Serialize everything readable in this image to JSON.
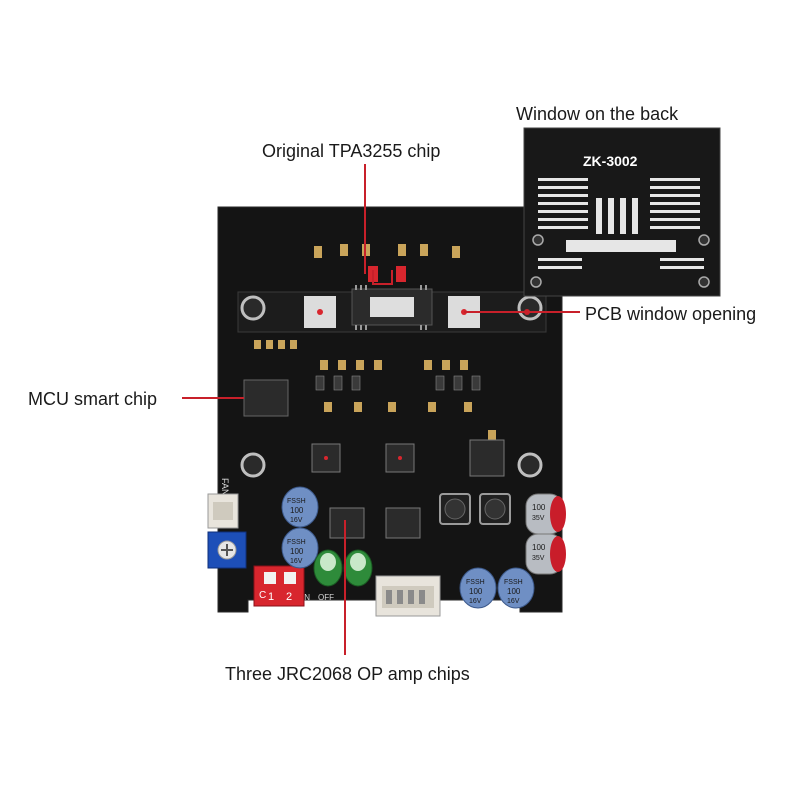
{
  "callouts": {
    "window_back": "Window on the back",
    "tpa_chip": "Original TPA3255 chip",
    "pcb_window": "PCB window opening",
    "mcu_chip": "MCU smart chip",
    "op_amp": "Three JRC2068 OP amp chips"
  },
  "back_board": {
    "model": "ZK-3002"
  },
  "silkscreen": {
    "fan": "FAN",
    "on": "ON",
    "off": "OFF",
    "c": "C",
    "switch_1": "1",
    "switch_2": "2",
    "cap_brand": "FSSH",
    "cap_value": "100",
    "cap_voltage": "16V",
    "cap_value_2": "100",
    "cap_voltage_2": "35V"
  },
  "colors": {
    "pcb": "#141414",
    "leader_line": "#c8202a",
    "window_pad": "#dcdcdc",
    "header_white": "#e8e4dc",
    "cap_blue": "#6f8fc4",
    "cap_red": "#c91d2a",
    "cap_green": "#2e8b3a",
    "pot_blue": "#1d4fb8",
    "dip_red": "#d8262e"
  }
}
